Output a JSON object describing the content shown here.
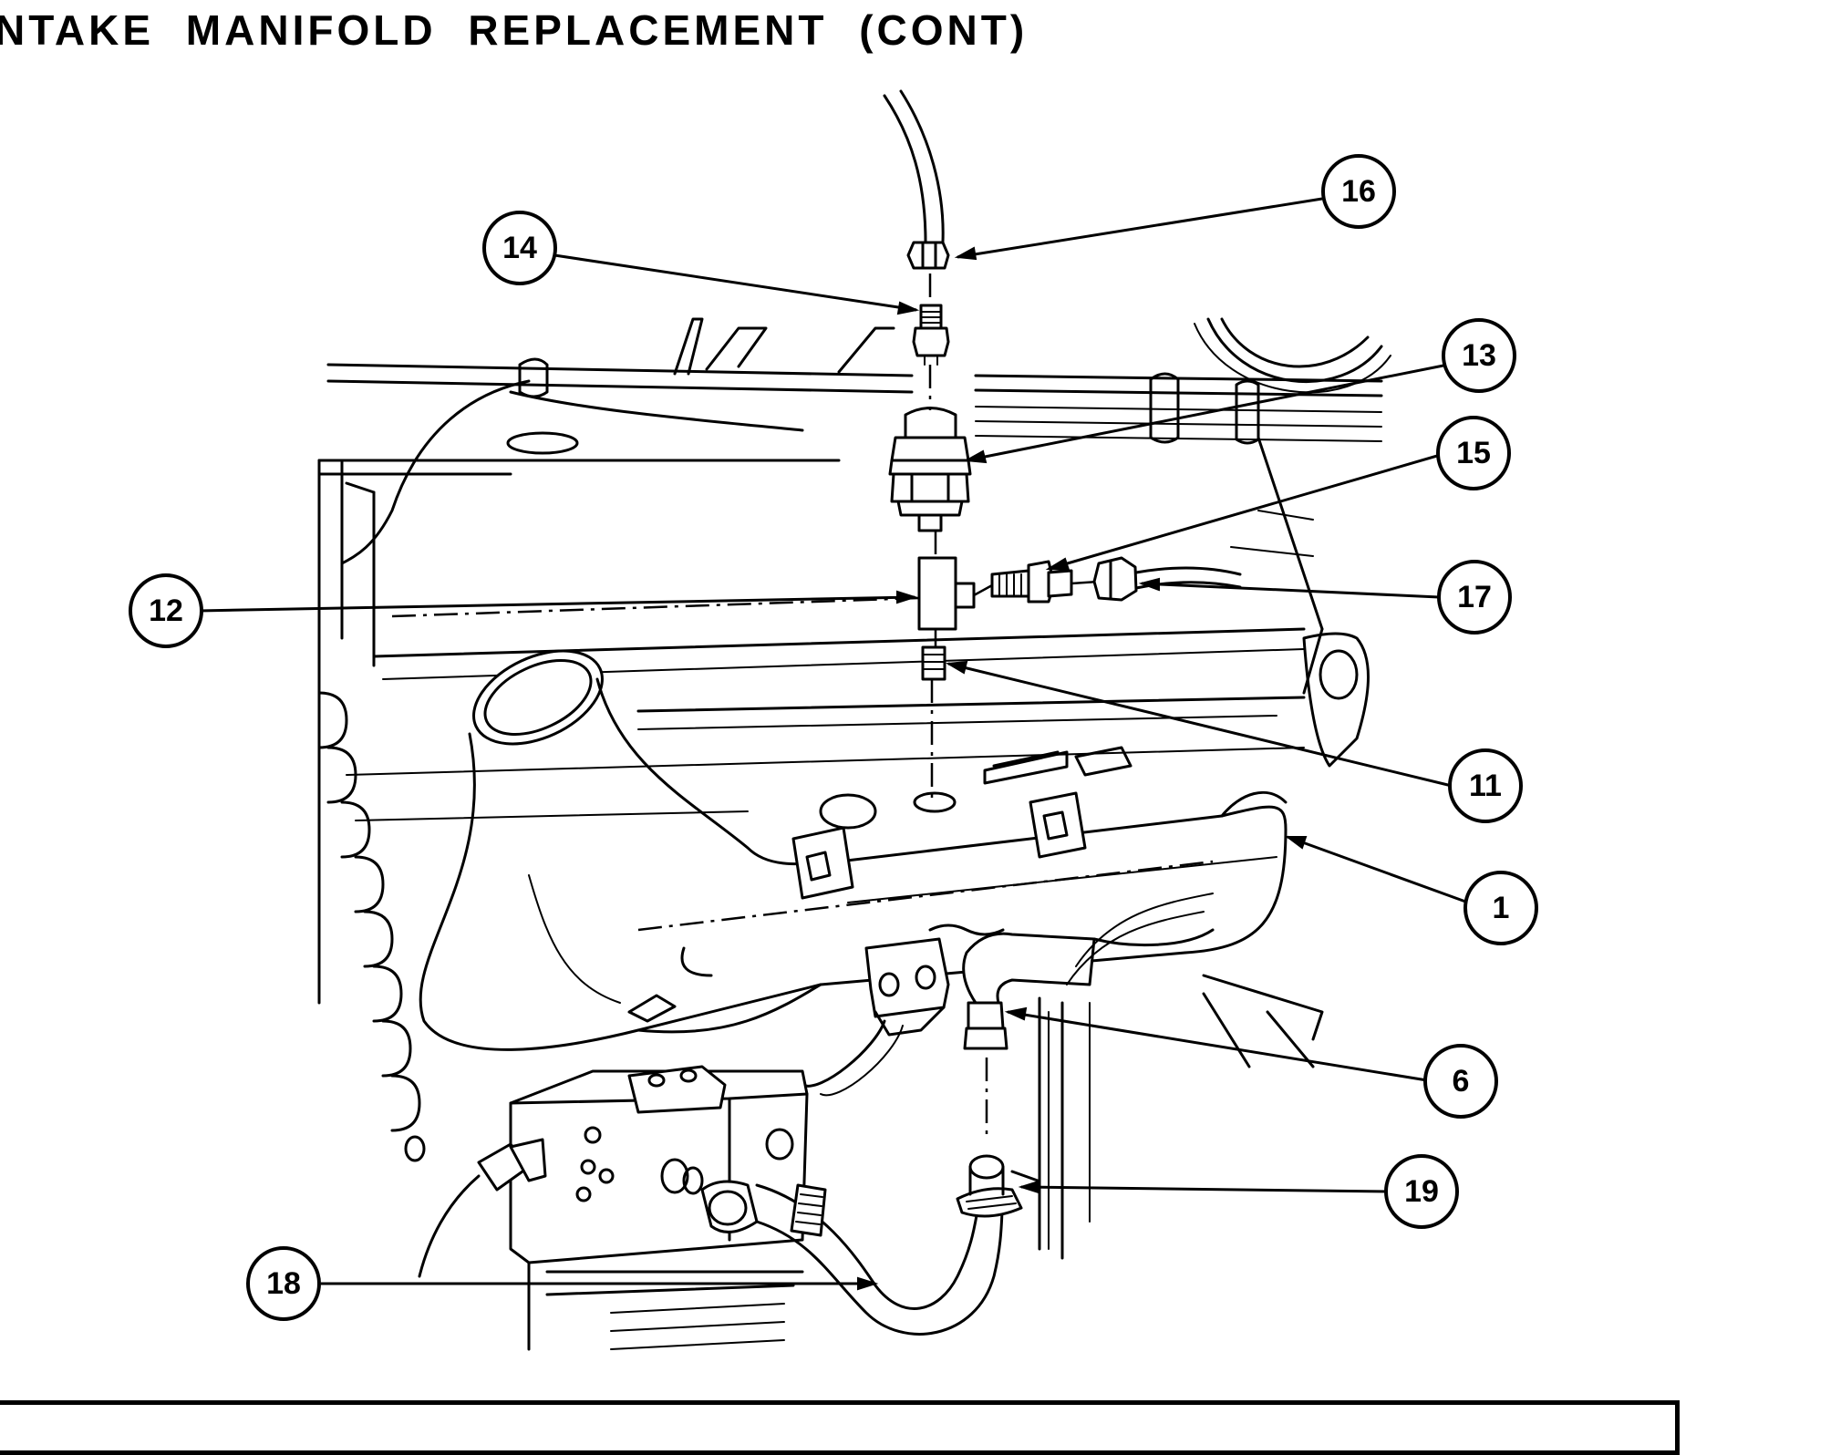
{
  "title": "NTAKE MANIFOLD REPLACEMENT (CONT)",
  "callouts": [
    {
      "id": "c16",
      "label": "16"
    },
    {
      "id": "c14",
      "label": "14"
    },
    {
      "id": "c13",
      "label": "13"
    },
    {
      "id": "c15",
      "label": "15"
    },
    {
      "id": "c12",
      "label": "12"
    },
    {
      "id": "c17",
      "label": "17"
    },
    {
      "id": "c11",
      "label": "11"
    },
    {
      "id": "c1",
      "label": "1"
    },
    {
      "id": "c6",
      "label": "6"
    },
    {
      "id": "c19",
      "label": "19"
    },
    {
      "id": "c18",
      "label": "18"
    }
  ]
}
